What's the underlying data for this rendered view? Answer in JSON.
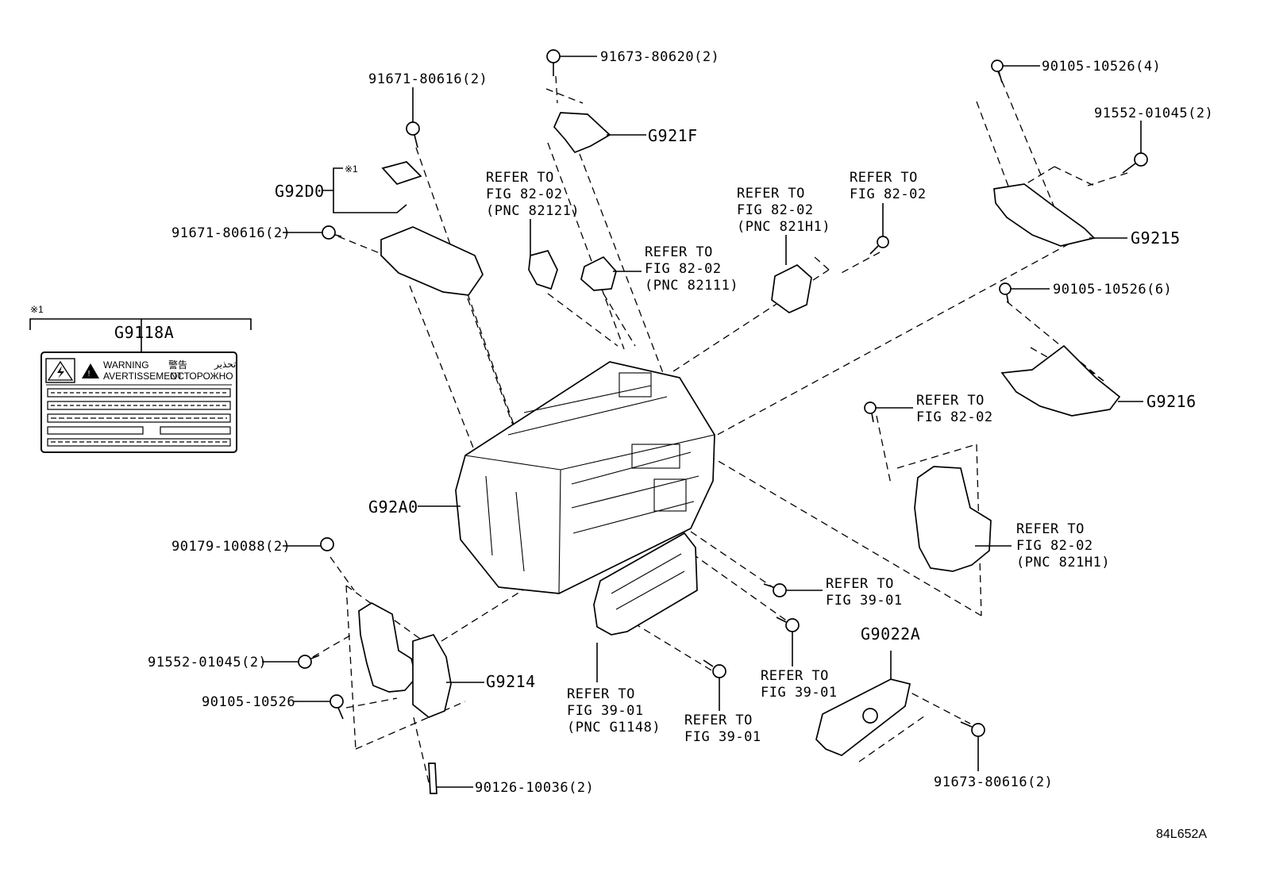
{
  "figure_id": "84L652A",
  "note_mark": "※1",
  "label_panel": {
    "code": "G9118A",
    "warning": "WARNING",
    "avertissement": "AVERTISSEMENT",
    "kanji": "警告",
    "russian": "ОСТОРОЖНО",
    "arabic": "تحذير"
  },
  "callouts": {
    "c1": [
      "91671-80616(2)"
    ],
    "c2": [
      "91673-80620(2)"
    ],
    "c3": [
      "G921F"
    ],
    "c4": [
      "90105-10526(4)"
    ],
    "c5": [
      "91552-01045(2)"
    ],
    "c6": [
      "G92D0"
    ],
    "c7": [
      "※1"
    ],
    "c8": [
      "91671-80616(2)"
    ],
    "c9": [
      "REFER TO",
      "FIG 82-02",
      "(PNC 82121)"
    ],
    "c10": [
      "REFER TO",
      "FIG 82-02",
      "(PNC 82111)"
    ],
    "c11": [
      "REFER TO",
      "FIG 82-02",
      "(PNC 821H1)"
    ],
    "c12": [
      "REFER TO",
      "FIG 82-02"
    ],
    "c13": [
      "G9215"
    ],
    "c14": [
      "90105-10526(6)"
    ],
    "c15": [
      "G9216"
    ],
    "c16": [
      "REFER TO",
      "FIG 82-02"
    ],
    "c17": [
      "G92A0"
    ],
    "c18": [
      "REFER TO",
      "FIG 82-02",
      "(PNC 821H1)"
    ],
    "c19": [
      "90179-10088(2)"
    ],
    "c20": [
      "REFER TO",
      "FIG 39-01"
    ],
    "c21": [
      "G9022A"
    ],
    "c22": [
      "91552-01045(2)"
    ],
    "c23": [
      "G9214"
    ],
    "c24": [
      "REFER TO",
      "FIG 39-01"
    ],
    "c25": [
      "90105-10526"
    ],
    "c26": [
      "REFER TO",
      "FIG 39-01",
      "(PNC G1148)"
    ],
    "c27": [
      "REFER TO",
      "FIG 39-01"
    ],
    "c28": [
      "90126-10036(2)"
    ],
    "c29": [
      "91673-80616(2)"
    ]
  }
}
